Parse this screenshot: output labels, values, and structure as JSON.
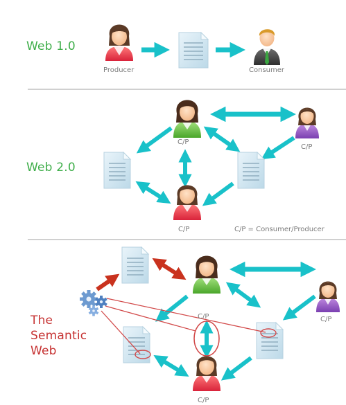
{
  "sections": {
    "web1": {
      "title": "Web 1.0",
      "producer_label": "Producer",
      "consumer_label": "Consumer"
    },
    "web2": {
      "title": "Web 2.0",
      "cp_label": "C/P",
      "legend": "C/P = Consumer/Producer"
    },
    "semantic": {
      "title_line1": "The",
      "title_line2": "Semantic",
      "title_line3": "Web",
      "cp_label": "C/P"
    }
  },
  "colors": {
    "green_title": "#3fae4a",
    "red_title": "#c63232",
    "teal_arrow": "#19c1c9",
    "red_arrow": "#c9321e",
    "divider": "#b5b5b5",
    "document": "#d3e7f1"
  },
  "icons": {
    "person": "person-icon",
    "document": "document-icon",
    "gears": "gears-icon"
  }
}
